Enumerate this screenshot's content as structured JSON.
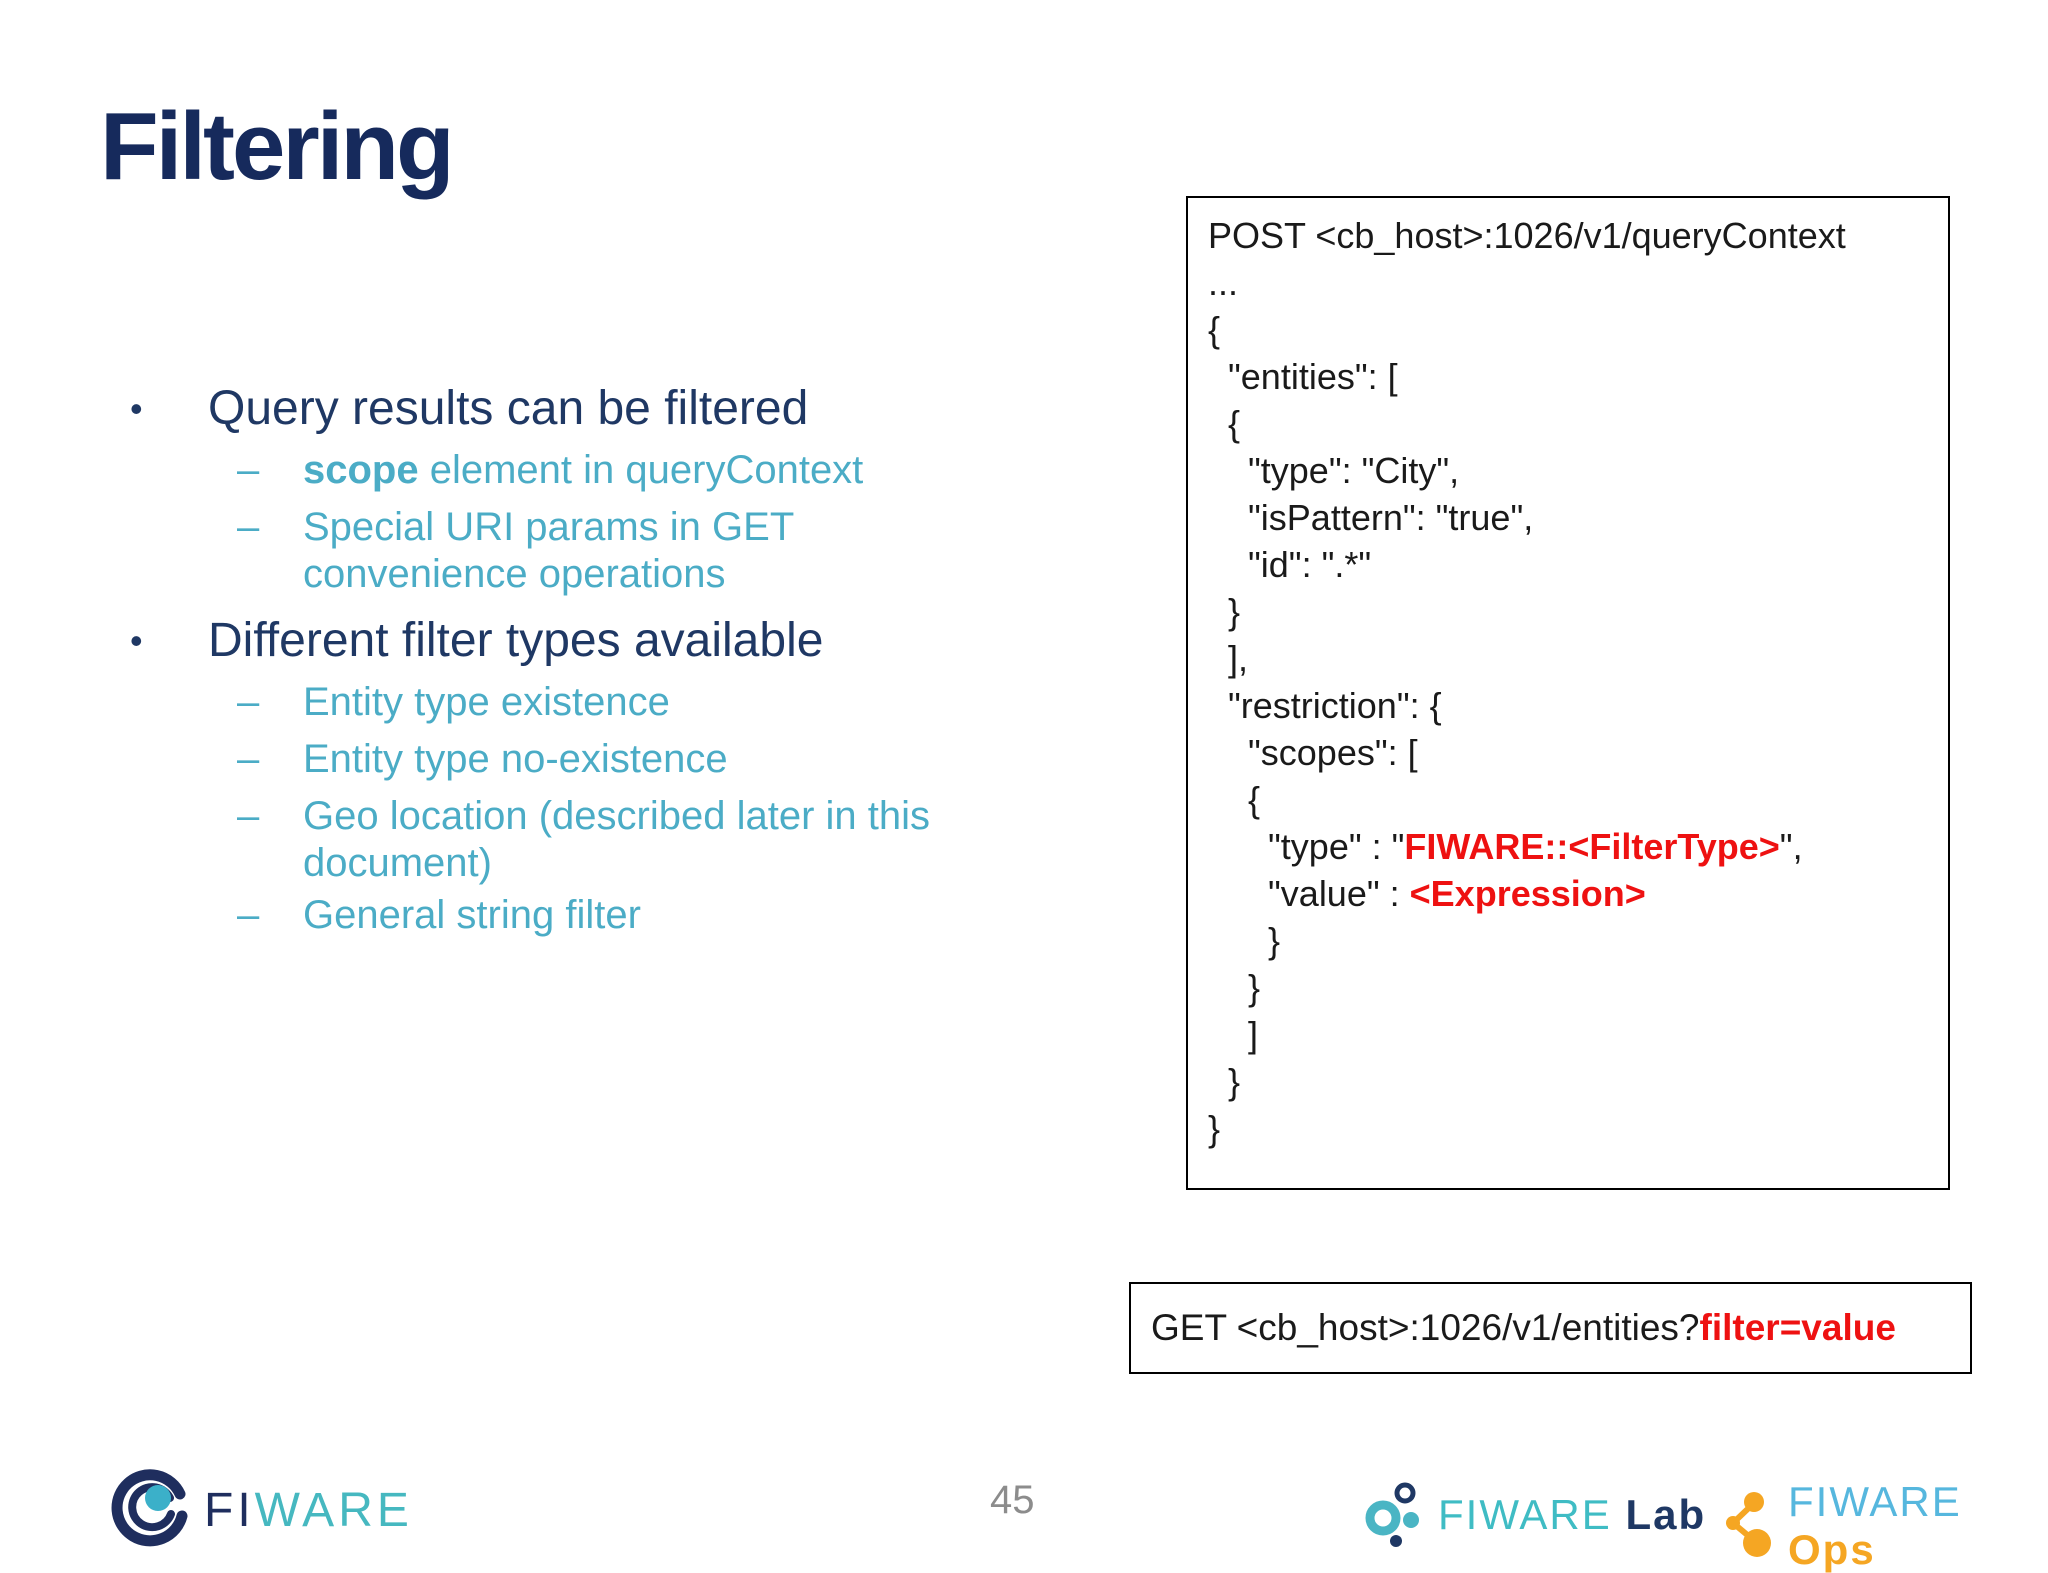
{
  "slide": {
    "title": "Filtering",
    "page_number": "45"
  },
  "bullets": [
    {
      "label": "Query results can be filtered",
      "subs": [
        {
          "bold": "scope",
          "lines": [
            " element in queryContext"
          ]
        },
        {
          "lines": [
            "Special URI params in GET",
            "convenience operations"
          ]
        }
      ]
    },
    {
      "label": "Different filter types available",
      "subs": [
        {
          "lines": [
            "Entity type existence"
          ]
        },
        {
          "lines": [
            "Entity type no-existence"
          ]
        },
        {
          "lines": [
            "Geo location (described later in this",
            "document)"
          ]
        },
        {
          "lines": [
            "General string filter"
          ]
        }
      ]
    }
  ],
  "post_box": {
    "lines": [
      [
        {
          "t": "POST <cb_host>:1026/v1/queryContext"
        }
      ],
      [
        {
          "t": "..."
        }
      ],
      [
        {
          "t": "{"
        }
      ],
      [
        {
          "t": "  \"entities\": ["
        }
      ],
      [
        {
          "t": "  {"
        }
      ],
      [
        {
          "t": "    \"type\": \"City\","
        }
      ],
      [
        {
          "t": "    \"isPattern\": \"true\","
        }
      ],
      [
        {
          "t": "    \"id\": \".*\""
        }
      ],
      [
        {
          "t": "  }"
        }
      ],
      [
        {
          "t": "  ],"
        }
      ],
      [
        {
          "t": "  \"restriction\": {"
        }
      ],
      [
        {
          "t": "    \"scopes\": ["
        }
      ],
      [
        {
          "t": "    {"
        }
      ],
      [
        {
          "t": "      \"type\" : \""
        },
        {
          "t": "FIWARE::<FilterType>",
          "red": true
        },
        {
          "t": "\","
        }
      ],
      [
        {
          "t": "      \"value\" : "
        },
        {
          "t": "<Expression>",
          "red": true
        }
      ],
      [
        {
          "t": "      }"
        }
      ],
      [
        {
          "t": "    }"
        }
      ],
      [
        {
          "t": "    ]"
        }
      ],
      [
        {
          "t": "  }"
        }
      ],
      [
        {
          "t": "}"
        }
      ]
    ]
  },
  "get_box": {
    "prefix": "GET <cb_host>:1026/v1/entities?",
    "highlight": "filter=value"
  },
  "footer": {
    "fiware_fi": "FI",
    "fiware_ware": "WARE",
    "lab_fiware": "FIWARE",
    "lab_word": "Lab",
    "ops_fiware": "FIWARE",
    "ops_word": "Ops"
  },
  "colors": {
    "title_navy": "#162a5c",
    "body_navy": "#1f3864",
    "teal": "#4bacc6",
    "code_red": "#ee1111",
    "code_text": "#1a1a1a",
    "page_gray": "#8c8c8c",
    "logo_navy": "#1f2e5e",
    "logo_teal": "#46b8c0",
    "lab_teal": "#3fbcc4",
    "ops_blue": "#56b7de",
    "ops_orange": "#f5a623"
  }
}
